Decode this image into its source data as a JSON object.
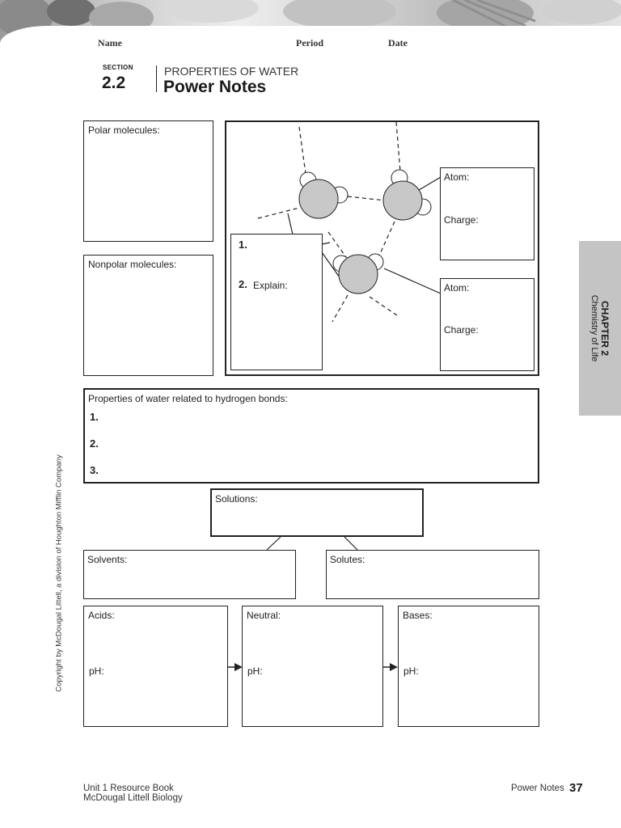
{
  "header": {
    "name_label": "Name",
    "period_label": "Period",
    "date_label": "Date"
  },
  "section": {
    "word": "SECTION",
    "number": "2.2",
    "topic": "PROPERTIES OF WATER",
    "title": "Power Notes"
  },
  "diagram": {
    "polar_label": "Polar molecules:",
    "nonpolar_label": "Nonpolar molecules:",
    "atom1_label": "Atom:",
    "charge1_label": "Charge:",
    "atom2_label": "Atom:",
    "charge2_label": "Charge:",
    "item1": "1.",
    "item2_num": "2.",
    "item2_text": "Explain:"
  },
  "properties": {
    "label": "Properties of water related to hydrogen bonds:",
    "items": [
      "1.",
      "2.",
      "3."
    ]
  },
  "solutions": {
    "label": "Solutions:",
    "solvents_label": "Solvents:",
    "solutes_label": "Solutes:"
  },
  "ph_scale": {
    "acids_label": "Acids:",
    "neutral_label": "Neutral:",
    "bases_label": "Bases:",
    "ph_label": "pH:"
  },
  "side_tab": {
    "chapter": "CHAPTER 2",
    "subtitle": "Chemistry of Life"
  },
  "copyright": "Copyright by McDougal Littell, a division of Houghton Mifflin Company",
  "footer": {
    "book": "Unit 1 Resource Book",
    "publisher": "McDougal Littell Biology",
    "section_name": "Power Notes",
    "page": "37"
  },
  "colors": {
    "molecule_fill": "#c8c8c8",
    "tab_fill": "#c4c4c4",
    "ink": "#1a1a1a"
  },
  "icons": [
    "water-molecule-icon",
    "arrow-right-icon"
  ]
}
